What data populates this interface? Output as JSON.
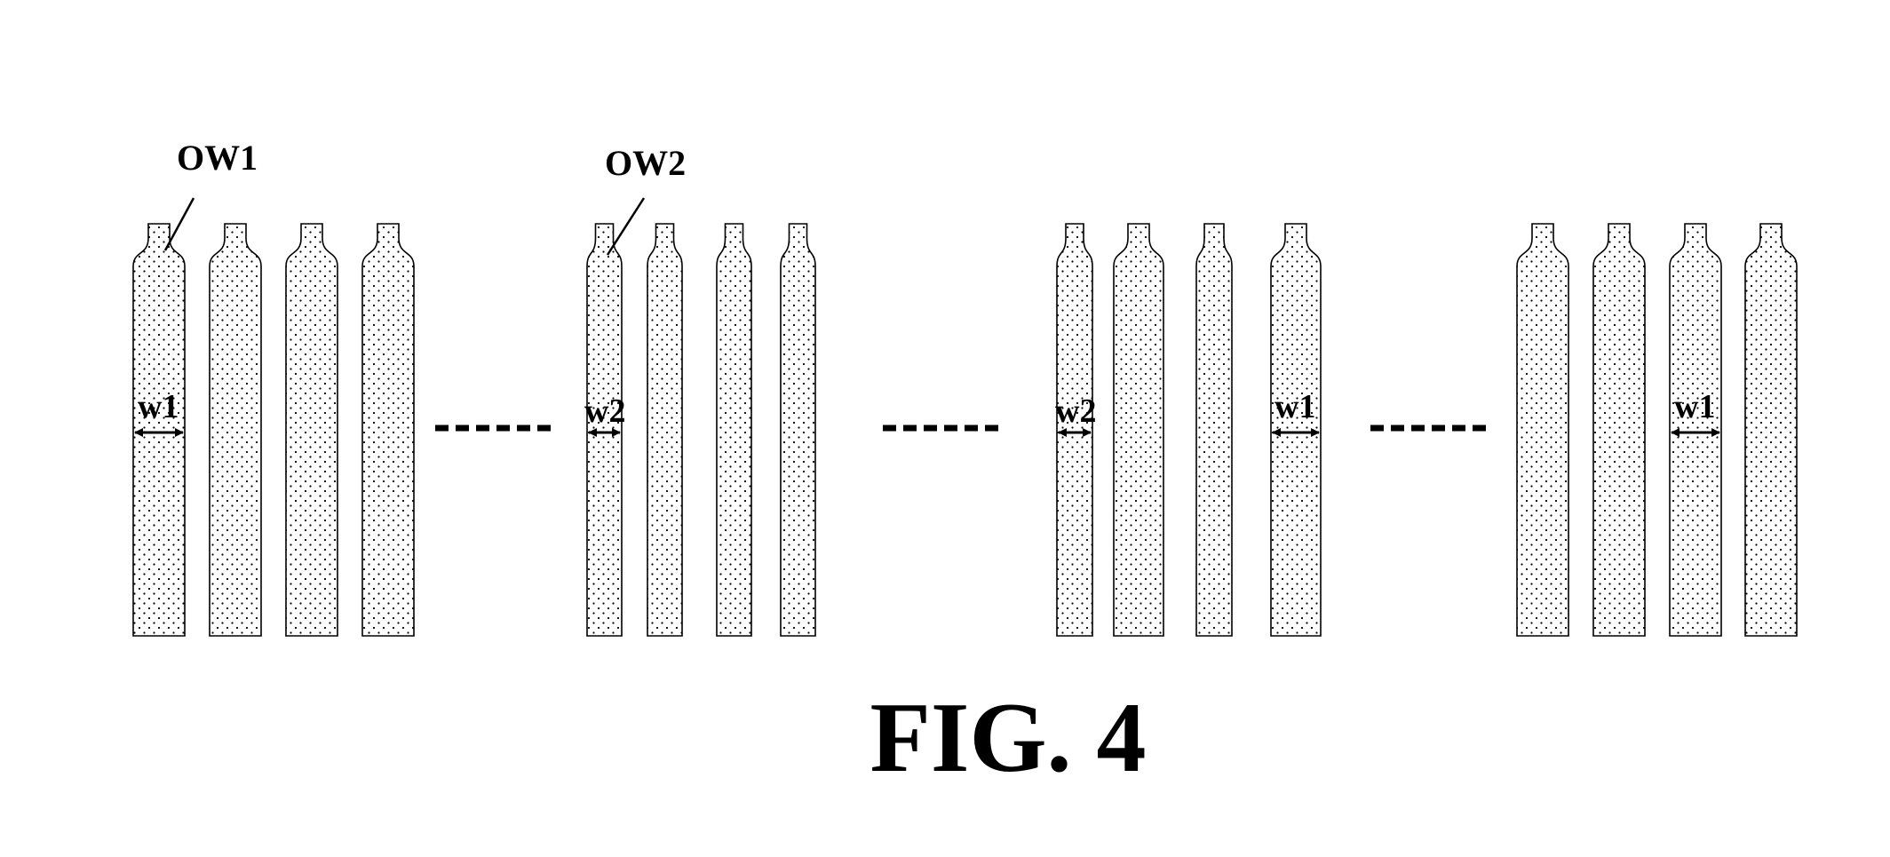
{
  "figure": {
    "caption": "FIG. 4",
    "callouts": {
      "ow1": "OW1",
      "ow2": "OW2"
    },
    "dimension_labels": {
      "first": "w1",
      "second": "w2",
      "third": "w2",
      "fourth": "w1",
      "fifth": "w1"
    }
  }
}
